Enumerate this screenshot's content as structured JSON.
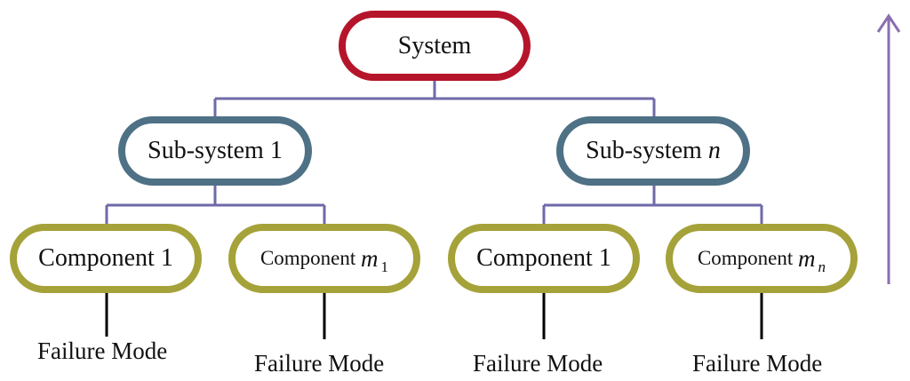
{
  "system": {
    "label": "System"
  },
  "subsystems": [
    {
      "prefix": "Sub-system ",
      "suffix": "1"
    },
    {
      "prefix": "Sub-system ",
      "suffix": "n"
    }
  ],
  "components": [
    {
      "label": "Component 1"
    },
    {
      "label": "Component ",
      "var": "m",
      "sub": "1"
    },
    {
      "label": "Component 1"
    },
    {
      "label": "Component ",
      "var": "m",
      "sub": "n"
    }
  ],
  "failure_modes": [
    "Failure Mode",
    "Failure Mode",
    "Failure Mode",
    "Failure Mode"
  ],
  "colors": {
    "system_border": "#b5152b",
    "subsystem_border": "#4e7185",
    "component_border": "#a5a23a",
    "connector": "#6e6aa8",
    "failure_line": "#000000",
    "arrow": "#8a6fb0"
  }
}
